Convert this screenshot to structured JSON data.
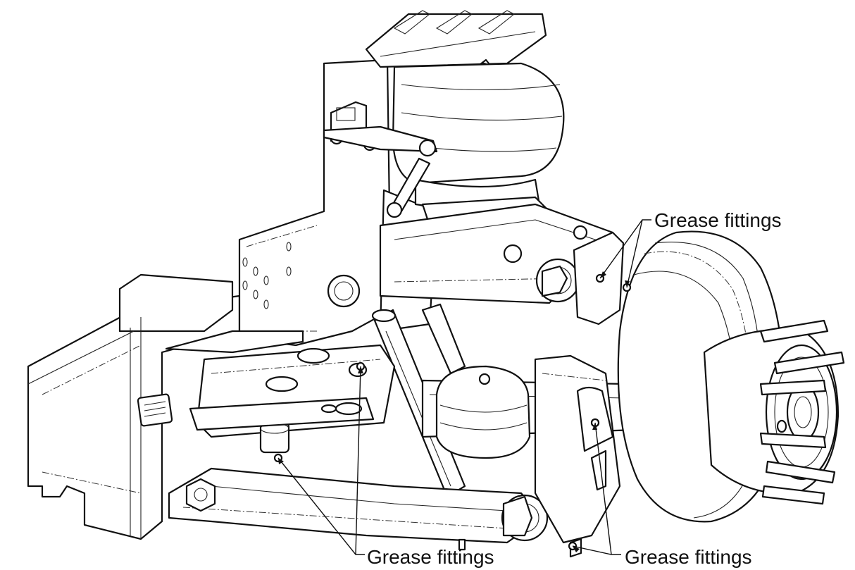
{
  "callouts": [
    {
      "id": "top-right",
      "text": "Grease fittings"
    },
    {
      "id": "bottom-center",
      "text": "Grease fittings"
    },
    {
      "id": "bottom-right",
      "text": "Grease fittings"
    }
  ],
  "colors": {
    "line": "#111111",
    "background": "#ffffff"
  }
}
